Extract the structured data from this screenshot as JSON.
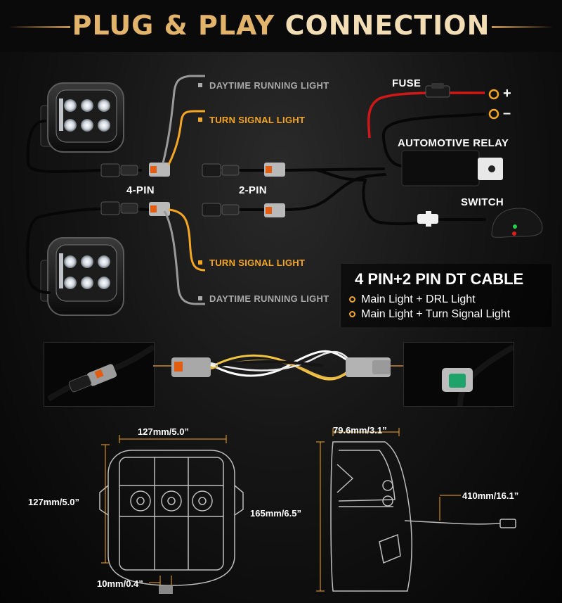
{
  "header": {
    "title_part1": "PLUG & PLAY",
    "title_part2": "CONNECTION"
  },
  "labels": {
    "drl_top": "DAYTIME RUNNING LIGHT",
    "turn_top": "TURN SIGNAL LIGHT",
    "turn_bottom": "TURN SIGNAL LIGHT",
    "drl_bottom": "DAYTIME RUNNING LIGHT",
    "pin4": "4-PIN",
    "pin2": "2-PIN",
    "fuse": "FUSE",
    "relay": "AUTOMOTIVE RELAY",
    "switch": "SWITCH",
    "plus": "+",
    "minus": "–"
  },
  "cable_info": {
    "heading": "4 PIN+2 PIN DT CABLE",
    "items": [
      "Main Light + DRL Light",
      "Main Light + Turn Signal Light"
    ]
  },
  "dimensions": {
    "front_width": "127mm/5.0”",
    "front_height": "127mm/5.0”",
    "bracket": "10mm/0.4”",
    "side_depth": "79.6mm/3.1”",
    "side_height": "165mm/6.5”",
    "cable_length": "410mm/16.1”"
  },
  "colors": {
    "accent": "#f5a623",
    "drl": "#a9a9a9",
    "power": "#d01818",
    "title": "#e7c48a"
  }
}
